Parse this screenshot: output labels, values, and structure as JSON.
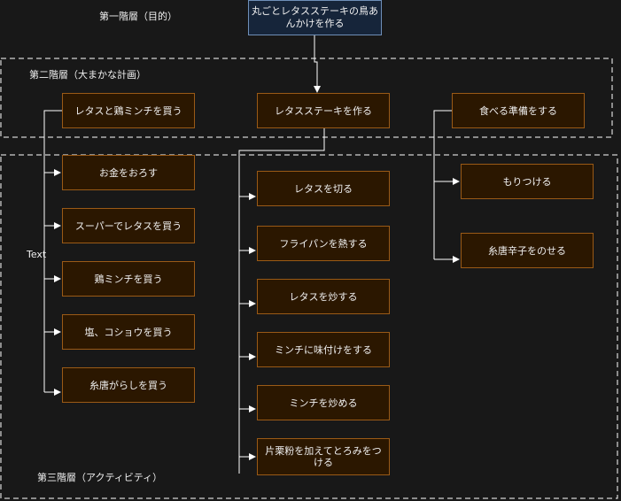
{
  "layers": {
    "level1": "第一階層（目的）",
    "level2": "第二階層（大まかな計画）",
    "level3": "第三階層（アクティビティ）"
  },
  "goal": "丸ごとレタスステーキの鳥あんかけを作る",
  "plans": [
    {
      "label": "レタスと鶏ミンチを買う",
      "activities": [
        "お金をおろす",
        "スーパーでレタスを買う",
        "鶏ミンチを買う",
        "塩、コショウを買う",
        "糸唐がらしを買う"
      ]
    },
    {
      "label": "レタスステーキを作る",
      "activities": [
        "レタスを切る",
        "フライパンを熱する",
        "レタスを炒する",
        "ミンチに味付けをする",
        "ミンチを炒める",
        "片栗粉を加えてとろみをつける"
      ]
    },
    {
      "label": "食べる準備をする",
      "activities": [
        "もりつける",
        "糸唐辛子をのせる"
      ]
    }
  ],
  "stray_text": "Text",
  "colors": {
    "background": "#181818",
    "node_fill": "#2b1700",
    "node_border": "#9a5a16",
    "goal_fill": "#16253a",
    "goal_border": "#6f8fb8",
    "connector": "#ffffff"
  }
}
